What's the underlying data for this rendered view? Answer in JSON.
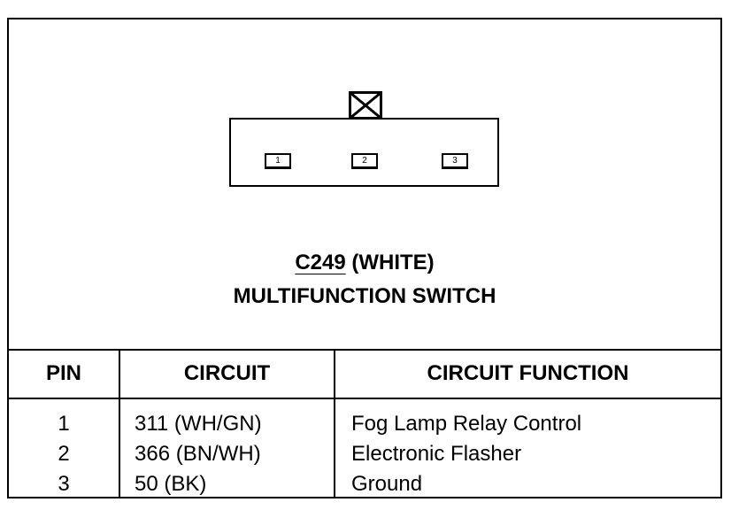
{
  "connector": {
    "id": "C249",
    "color": "(WHITE)",
    "component": "MULTIFUNCTION SWITCH",
    "cavities": [
      "1",
      "2",
      "3"
    ]
  },
  "table": {
    "headers": {
      "pin": "PIN",
      "circuit": "CIRCUIT",
      "function": "CIRCUIT FUNCTION"
    },
    "rows": [
      {
        "pin": "1",
        "circuit": "311 (WH/GN)",
        "function": "Fog Lamp Relay Control"
      },
      {
        "pin": "2",
        "circuit": "366 (BN/WH)",
        "function": "Electronic Flasher"
      },
      {
        "pin": "3",
        "circuit": "50 (BK)",
        "function": "Ground"
      }
    ]
  }
}
